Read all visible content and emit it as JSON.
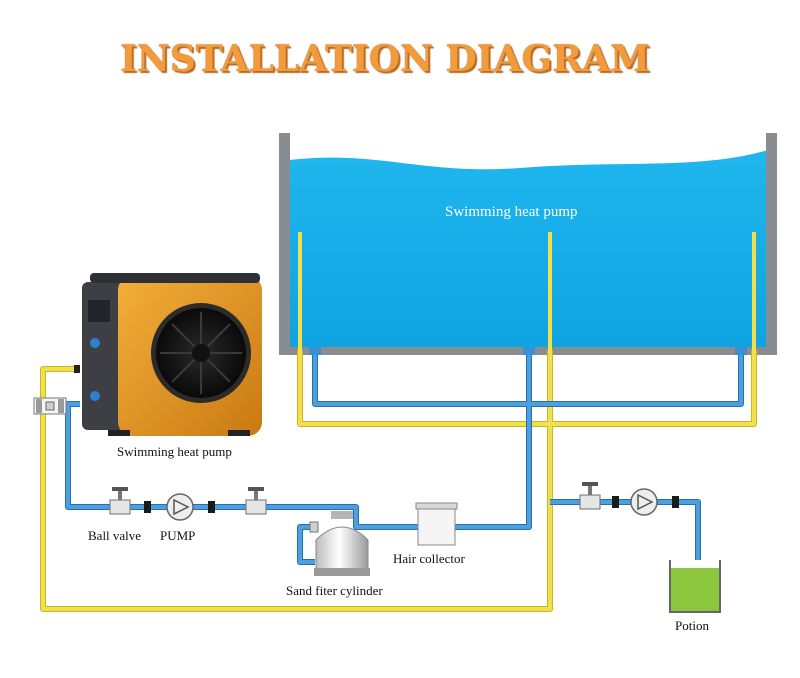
{
  "title": "INSTALLATION DIAGRAM",
  "labels": {
    "pool": "Swimming heat pump",
    "heat_pump": "Swimming heat pump",
    "ball_valve": "Ball valve",
    "pump": "PUMP",
    "hair_collector": "Hair collector",
    "sand_filter": "Sand fiter cylinder",
    "potion": "Potion"
  },
  "colors": {
    "title": "#f39a3a",
    "water": "#11aee8",
    "pool_wall": "#8a8d90",
    "pipe_blue": "#3b8fd4",
    "pipe_yellow": "#f2e04a",
    "heat_pump_body": "#e79a1d",
    "fan": "#1c1c1c",
    "potion_liquid": "#8cc63f"
  }
}
